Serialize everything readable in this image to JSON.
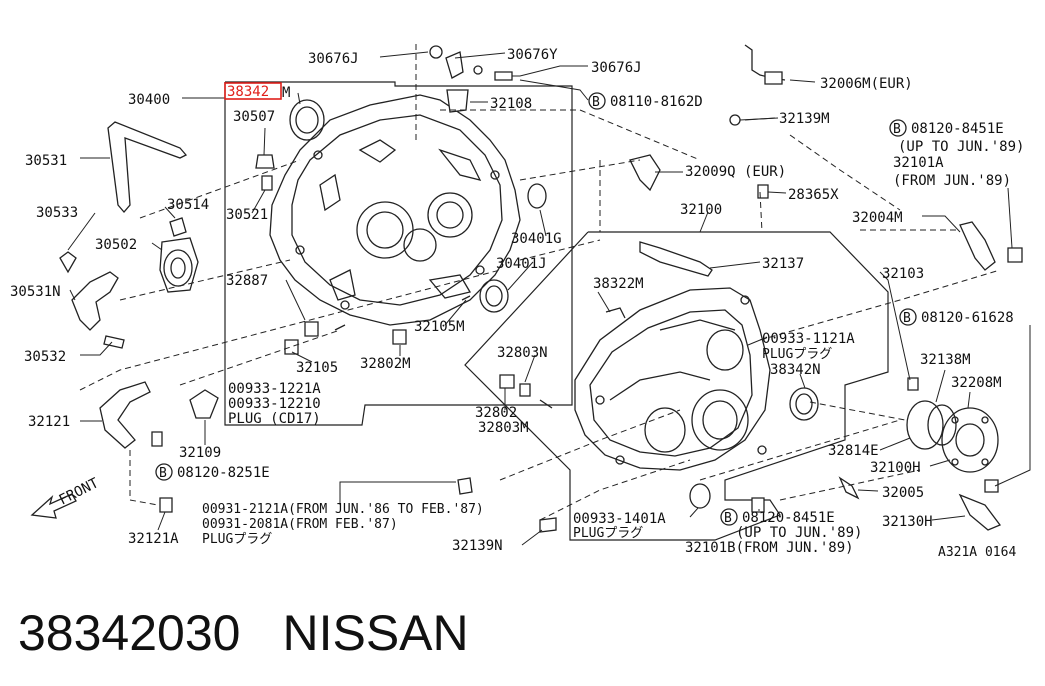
{
  "diagram": {
    "code": "A321A 0164",
    "highlight_part": "38342",
    "front_label": "FRONT",
    "labels": {
      "p30676J_a": "30676J",
      "p30676Y": "30676Y",
      "p30676J_b": "30676J",
      "p32006M": "32006M(EUR)",
      "p30400": "30400",
      "p38342": "38342",
      "p38342_suffix": "M",
      "p32108": "32108",
      "p08110": "08110-8162D",
      "p32139M": "32139M",
      "p08120_8451E_a": "08120-8451E",
      "p08120_8451E_a_note": "(UP TO JUN.'89)",
      "p32101A": "32101A",
      "p32101A_note": "(FROM JUN.'89)",
      "p30507": "30507",
      "p30531": "30531",
      "p32009Q": "32009Q (EUR)",
      "p28365X": "28365X",
      "p30533": "30533",
      "p30514": "30514",
      "p30521": "30521",
      "p32100": "32100",
      "p32004M": "32004M",
      "p30502": "30502",
      "p30401G": "30401G",
      "p32137": "32137",
      "p32103": "32103",
      "p30401J": "30401J",
      "p38322M": "38322M",
      "p32887": "32887",
      "p30531N": "30531N",
      "p08120_61628": "08120-61628",
      "p32105M": "32105M",
      "p00933_1121A": "00933-1121A",
      "p00933_1121A_note": "PLUGプラグ",
      "p30532": "30532",
      "p32105": "32105",
      "p32802M": "32802M",
      "p32803N": "32803N",
      "p38342N": "38342N",
      "p32138M": "32138M",
      "p32208M": "32208M",
      "p00933_1221A": "00933-1221A",
      "p00933_12210": "00933-12210",
      "p00933_plug": "PLUG (CD17)",
      "p32802": "32802",
      "p32803M": "32803M",
      "p32121": "32121",
      "p32814E": "32814E",
      "p32100H": "32100H",
      "p32109": "32109",
      "p08120_8251E": "08120-8251E",
      "p32005": "32005",
      "p00931_2121A": "00931-2121A(FROM JUN.'86 TO FEB.'87)",
      "p00931_2081A": "00931-2081A(FROM FEB.'87)",
      "p00931_plug": "PLUGプラグ",
      "p00933_1401A": "00933-1401A",
      "p00933_1401A_note": "PLUGプラグ",
      "p08120_8451E_b": "08120-8451E",
      "p08120_8451E_b_note": "(UP TO JUN.'89)",
      "p32130H": "32130H",
      "p32121A": "32121A",
      "p32139N": "32139N",
      "p32101B": "32101B(FROM JUN.'89)",
      "circled_B": "B"
    }
  },
  "footer": {
    "part_number": "38342030",
    "brand": "NISSAN"
  }
}
